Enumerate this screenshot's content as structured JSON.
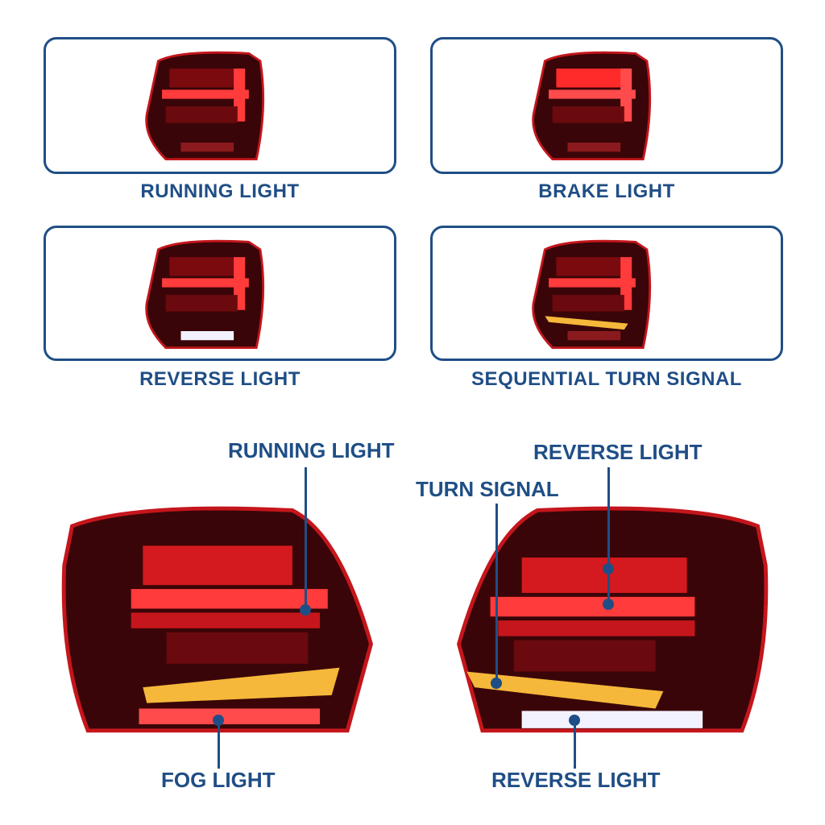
{
  "panels": [
    {
      "label": "RUNNING LIGHT",
      "mode": "running"
    },
    {
      "label": "BRAKE LIGHT",
      "mode": "brake"
    },
    {
      "label": "REVERSE LIGHT",
      "mode": "reverse"
    },
    {
      "label": "SEQUENTIAL TURN SIGNAL",
      "mode": "turn"
    }
  ],
  "callouts": {
    "left_running": "RUNNING LIGHT",
    "left_fog": "FOG LIGHT",
    "right_reverse_top": "REVERSE LIGHT",
    "right_turn": "TURN SIGNAL",
    "right_reverse_bottom": "REVERSE LIGHT"
  },
  "colors": {
    "accent": "#1f4e86",
    "lamp_red": "#c4161c",
    "lamp_dark": "#3a0508",
    "turn_amber": "#f5b83a",
    "reverse_white": "#f2f2ff"
  }
}
